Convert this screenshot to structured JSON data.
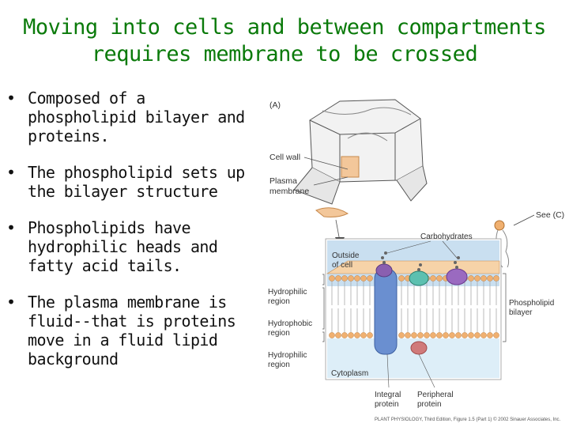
{
  "slide": {
    "title_line1": "Moving into cells and between compartments",
    "title_line2": "requires membrane to be crossed",
    "bullets": [
      "Composed of a phospholipid bilayer and proteins.",
      "The phospholipid sets up the bilayer structure",
      "Phospholipids have hydrophilic heads and fatty acid tails.",
      "The plasma membrane is fluid--that is proteins move in a fluid lipid background"
    ],
    "bullet_marker": "•"
  },
  "figure": {
    "panel_label": "(A)",
    "cell_wall": "Cell wall",
    "plasma_membrane_1": "Plasma",
    "plasma_membrane_2": "membrane",
    "see_c": "See (C)",
    "carbohydrates": "Carbohydrates",
    "outside_1": "Outside",
    "outside_2": "of cell",
    "hydrophilic_top_1": "Hydrophilic",
    "hydrophilic_top_2": "region",
    "hydrophobic_1": "Hydrophobic",
    "hydrophobic_2": "region",
    "hydrophilic_bottom_1": "Hydrophilic",
    "hydrophilic_bottom_2": "region",
    "phospholipid_1": "Phospholipid",
    "phospholipid_2": "bilayer",
    "cytoplasm": "Cytoplasm",
    "integral_1": "Integral",
    "integral_2": "protein",
    "peripheral_1": "Peripheral",
    "peripheral_2": "protein",
    "caption": "PLANT PHYSIOLOGY, Third Edition, Figure 1.5 (Part 1)  © 2002 Sinauer Associates, Inc."
  },
  "colors": {
    "title": "#0a7a0a",
    "outside_region": "#c9dff0",
    "cytoplasm_region": "#ddeef8",
    "lipid_head": "#f0b070",
    "integral_protein": "#6a8fd0",
    "peripheral_protein": "#d07a7a",
    "cell_wall_tint": "#f3c79a"
  }
}
